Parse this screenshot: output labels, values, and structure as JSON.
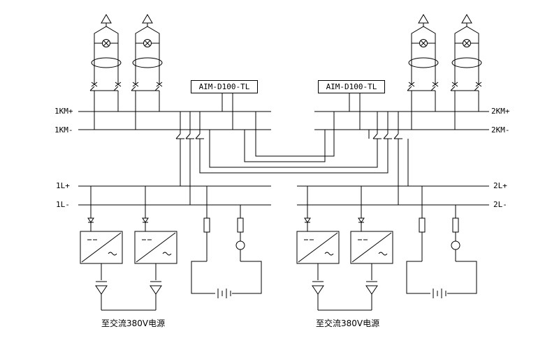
{
  "monitors": {
    "left": "AIM-D100-TL",
    "right": "AIM-D100-TL"
  },
  "buses": {
    "km_pos_left": "1KM+",
    "km_neg_left": "1KM-",
    "km_pos_right": "2KM+",
    "km_neg_right": "2KM-",
    "l_pos_left": "1L+",
    "l_neg_left": "1L-",
    "l_pos_right": "2L+",
    "l_neg_right": "2L-"
  },
  "notes": {
    "ac_left": "至交流380V电源",
    "ac_right": "至交流380V电源"
  }
}
